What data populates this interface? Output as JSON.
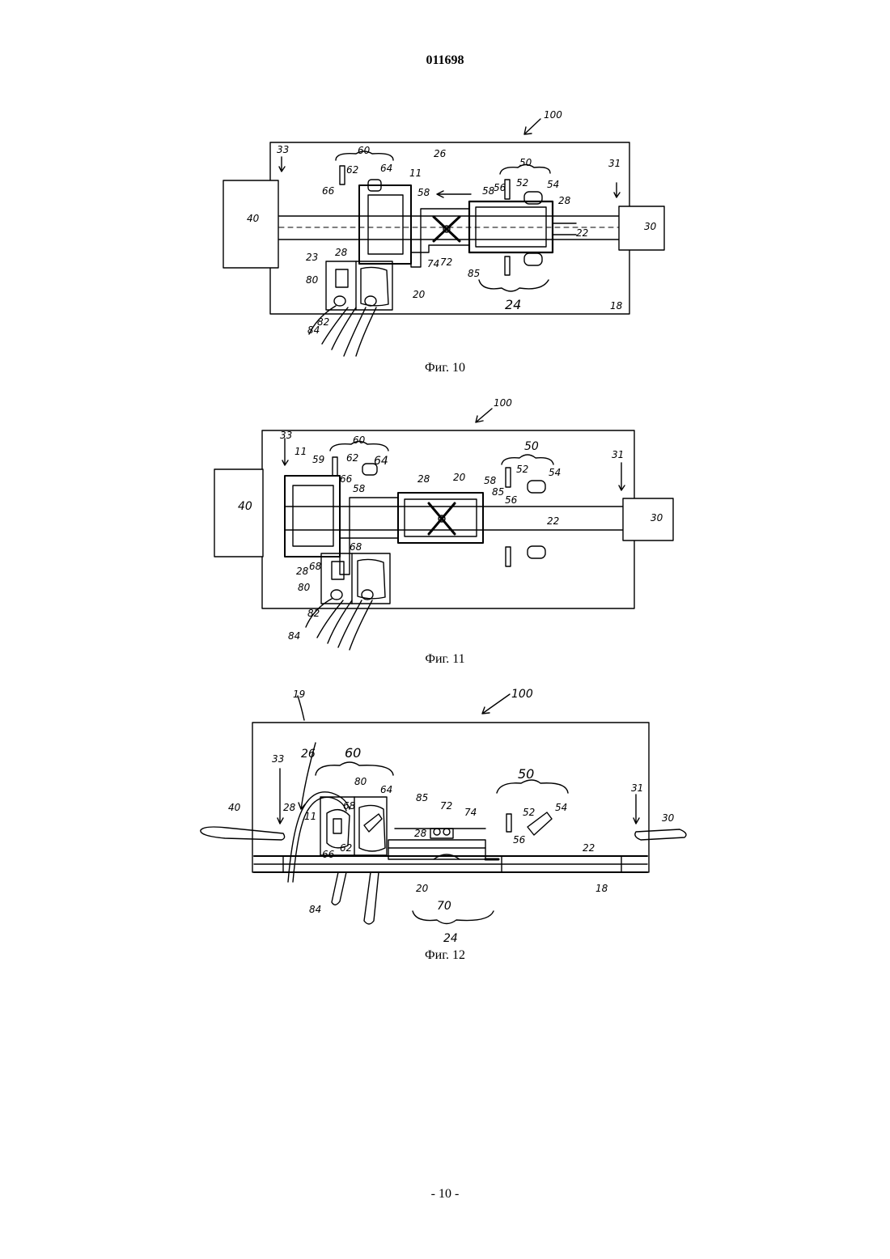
{
  "header": {
    "doc_number": "011698"
  },
  "figures": [
    {
      "caption": "Фиг. 10",
      "labels": {
        "ref_100": "100",
        "ref_33": "33",
        "ref_60": "60",
        "ref_26": "26",
        "ref_50": "50",
        "ref_31": "31",
        "ref_40": "40",
        "ref_30": "30",
        "ref_62": "62",
        "ref_66": "66",
        "ref_64": "64",
        "ref_11": "11",
        "ref_58a": "58",
        "ref_58b": "58",
        "ref_56": "56",
        "ref_52": "52",
        "ref_54": "54",
        "ref_28": "28",
        "ref_22": "22",
        "ref_23": "23",
        "ref_28b": "28",
        "ref_74": "74",
        "ref_72": "72",
        "ref_20": "20",
        "ref_85": "85",
        "ref_24": "24",
        "ref_18": "18",
        "ref_80": "80",
        "ref_82": "82",
        "ref_84": "84"
      }
    },
    {
      "caption": "Фиг. 11",
      "labels": {
        "ref_100": "100",
        "ref_33": "33",
        "ref_11": "11",
        "ref_59": "59",
        "ref_60": "60",
        "ref_62": "62",
        "ref_64": "64",
        "ref_66": "66",
        "ref_58a": "58",
        "ref_28a": "28",
        "ref_20": "20",
        "ref_58b": "58",
        "ref_50": "50",
        "ref_52": "52",
        "ref_54": "54",
        "ref_56": "56",
        "ref_85": "85",
        "ref_31": "31",
        "ref_40": "40",
        "ref_30": "30",
        "ref_22": "22",
        "ref_28b": "28",
        "ref_68a": "68",
        "ref_68b": "68",
        "ref_80": "80",
        "ref_82": "82",
        "ref_84": "84"
      }
    },
    {
      "caption": "Фиг. 12",
      "labels": {
        "ref_100": "100",
        "ref_19": "19",
        "ref_26": "26",
        "ref_60": "60",
        "ref_50": "50",
        "ref_33": "33",
        "ref_31": "31",
        "ref_40": "40",
        "ref_28a": "28",
        "ref_11": "11",
        "ref_80a": "80",
        "ref_68": "68",
        "ref_64": "64",
        "ref_85": "85",
        "ref_72": "72",
        "ref_74": "74",
        "ref_28b": "28",
        "ref_52": "52",
        "ref_54": "54",
        "ref_56": "56",
        "ref_30": "30",
        "ref_66": "66",
        "ref_62": "62",
        "ref_22": "22",
        "ref_18": "18",
        "ref_20": "20",
        "ref_70": "70",
        "ref_84": "84",
        "ref_24": "24"
      }
    }
  ],
  "footer": {
    "page_number": "- 10 -"
  }
}
